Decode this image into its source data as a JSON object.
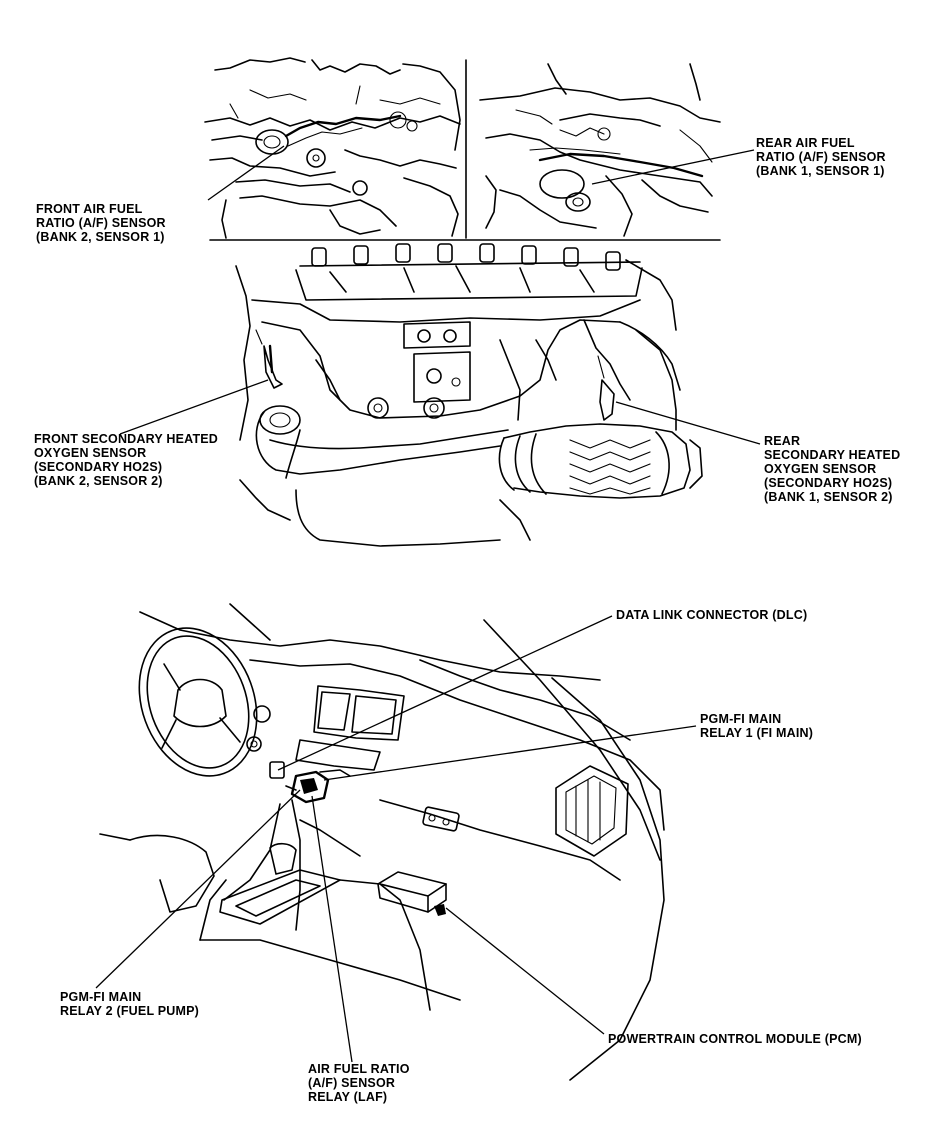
{
  "labels": {
    "front_af_sensor": [
      "FRONT AIR FUEL",
      "RATIO (A/F) SENSOR",
      "(BANK 2, SENSOR 1)"
    ],
    "rear_af_sensor": [
      "REAR AIR FUEL",
      "RATIO (A/F) SENSOR",
      "(BANK 1, SENSOR 1)"
    ],
    "front_ho2s": [
      "FRONT SECONDARY HEATED",
      "OXYGEN SENSOR",
      "(SECONDARY HO2S)",
      "(BANK 2, SENSOR 2)"
    ],
    "rear_ho2s": [
      "REAR",
      "SECONDARY HEATED",
      "OXYGEN SENSOR",
      "(SECONDARY HO2S)",
      "(BANK 1, SENSOR 2)"
    ],
    "dlc": [
      "DATA LINK CONNECTOR (DLC)"
    ],
    "fi_main_relay_1": [
      "PGM-FI MAIN",
      "RELAY 1 (FI MAIN)"
    ],
    "fi_main_relay_2": [
      "PGM-FI MAIN",
      "RELAY 2 (FUEL PUMP)"
    ],
    "laf_relay": [
      "AIR FUEL RATIO",
      "(A/F) SENSOR",
      "RELAY (LAF)"
    ],
    "pcm": [
      "POWERTRAIN CONTROL MODULE (PCM)"
    ]
  },
  "colors": {
    "ink": "#000000",
    "paper": "#ffffff"
  }
}
